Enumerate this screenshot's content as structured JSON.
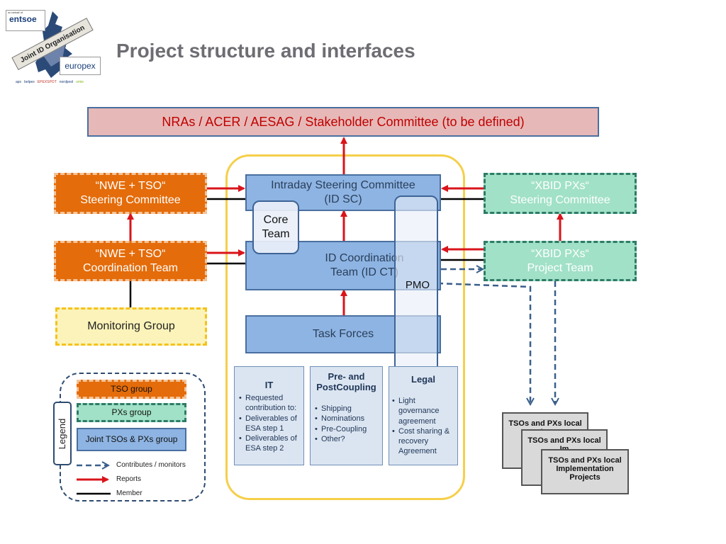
{
  "page_title": "Project structure and interfaces",
  "logos": {
    "entsoe_small": "on behalf of",
    "entsoe": "entsoe",
    "joint_id": "Joint ID Organisation",
    "europex": "europex",
    "small_logos": [
      "apx",
      "belpex",
      "EPEXSPOT",
      "nordpool",
      "omie"
    ]
  },
  "nodes": {
    "stakeholders": "NRAs / ACER / AESAG / Stakeholder Committee (to be defined)",
    "nwe_steering": [
      "“NWE + TSO“",
      "Steering Committee"
    ],
    "nwe_coordination": [
      "“NWE + TSO“",
      "Coordination Team"
    ],
    "monitoring": "Monitoring Group",
    "id_sc": [
      "Intraday Steering Committee",
      "(ID SC)"
    ],
    "core_team": [
      "Core",
      "Team"
    ],
    "id_ct": [
      "ID Coordination",
      "Team (ID CT)"
    ],
    "pmo": "PMO",
    "task_forces": "Task Forces",
    "xbid_steering": [
      "“XBID PXs“",
      "Steering Committee"
    ],
    "xbid_project": [
      "“XBID PXs“",
      "Project Team"
    ]
  },
  "workstreams": {
    "it": {
      "title": "IT",
      "items": [
        "Requested contribution to:",
        "Deliverables of ESA step 1",
        "Deliverables of ESA step 2"
      ]
    },
    "coupling": {
      "title_line1": "Pre- and",
      "title_line2": "PostCoupling",
      "items": [
        "Shipping",
        "Nominations",
        "Pre-Coupling",
        "Other?"
      ]
    },
    "legal": {
      "title": "Legal",
      "items": [
        "Light governance agreement",
        "Cost sharing & recovery Agreement"
      ]
    }
  },
  "local_projects": {
    "back": "TSOs and PXs local Im",
    "middle": "TSOs and PXs local Im",
    "front": "TSOs and PXs local Implementation Projects"
  },
  "legend": {
    "label": "Legend",
    "tso_group": "TSO group",
    "pxs_group": "PXs group",
    "joint_group": "Joint TSOs & PXs group",
    "contributes": "Contributes / monitors",
    "reports": "Reports",
    "member": "Member"
  },
  "colors": {
    "tso": "#e46c0a",
    "pxs": "#a1e1c7",
    "joint": "#8eb4e3",
    "stakeholder": "#e6b9b8",
    "monitoring": "#fbf3b9",
    "reports_arrow": "#d9141b",
    "contributes_arrow": "#3a5f8a",
    "member_line": "#000000"
  }
}
